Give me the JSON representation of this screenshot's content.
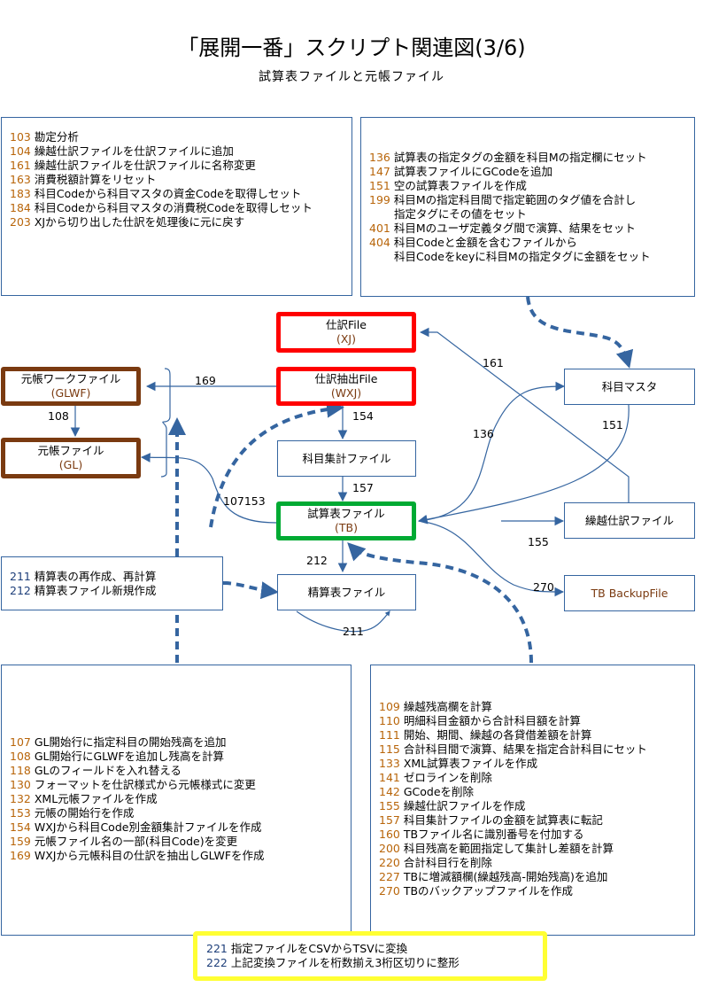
{
  "header": {
    "title": "「展開一番」スクリプト関連図(3/6)",
    "subtitle": "試算表ファイルと元帳ファイル"
  },
  "panels": {
    "top_left": {
      "items": [
        {
          "num": "103",
          "text": "勘定分析"
        },
        {
          "num": "104",
          "text": "繰越仕訳ファイルを仕訳ファイルに追加"
        },
        {
          "num": "161",
          "text": "繰越仕訳ファイルを仕訳ファイルに名称変更"
        },
        {
          "num": "163",
          "text": "消費税額計算をリセット"
        },
        {
          "num": "183",
          "text": "科目Codeから科目マスタの資金Codeを取得しセット"
        },
        {
          "num": "184",
          "text": "科目Codeから科目マスタの消費税Codeを取得しセット"
        },
        {
          "num": "203",
          "text": "XJから切り出した仕訳を処理後に元に戻す"
        }
      ]
    },
    "top_right": {
      "items": [
        {
          "num": "136",
          "text": "試算表の指定タグの金額を科目Mの指定欄にセット"
        },
        {
          "num": "147",
          "text": "試算表ファイルにGCodeを追加"
        },
        {
          "num": "151",
          "text": "空の試算表ファイルを作成"
        },
        {
          "num": "199",
          "text": "科目Mの指定科目間で指定範囲のタグ値を合計し"
        },
        {
          "num": "",
          "text": "指定タグにその値をセット"
        },
        {
          "num": "401",
          "text": "科目Mのユーザ定義タグ間で演算、結果をセット"
        },
        {
          "num": "404",
          "text": "科目Codeと金額を含むファイルから"
        },
        {
          "num": "",
          "text": "科目Codeをkeyに科目Mの指定タグに金額をセット"
        }
      ]
    },
    "middle_left": {
      "items": [
        {
          "num": "211",
          "text": "精算表の再作成、再計算"
        },
        {
          "num": "212",
          "text": "精算表ファイル新規作成"
        }
      ]
    },
    "bottom_left": {
      "items": [
        {
          "num": "107",
          "text": "GL開始行に指定科目の開始残高を追加"
        },
        {
          "num": "108",
          "text": "GL開始行にGLWFを追加し残高を計算"
        },
        {
          "num": "118",
          "text": "GLのフィールドを入れ替える"
        },
        {
          "num": "130",
          "text": "フォーマットを仕訳様式から元帳様式に変更"
        },
        {
          "num": "132",
          "text": "XML元帳ファイルを作成"
        },
        {
          "num": "153",
          "text": "元帳の開始行を作成"
        },
        {
          "num": "154",
          "text": "WXJから科目Code別金額集計ファイルを作成"
        },
        {
          "num": "159",
          "text": "元帳ファイル名の一部(科目Code)を変更"
        },
        {
          "num": "169",
          "text": "WXJから元帳科目の仕訳を抽出しGLWFを作成"
        }
      ]
    },
    "bottom_right": {
      "items": [
        {
          "num": "109",
          "text": "繰越残高欄を計算"
        },
        {
          "num": "110",
          "text": "明細科目金額から合計科目額を計算"
        },
        {
          "num": "111",
          "text": "開始、期間、繰越の各貸借差額を計算"
        },
        {
          "num": "115",
          "text": "合計科目間で演算、結果を指定合計科目にセット"
        },
        {
          "num": "133",
          "text": "XML試算表ファイルを作成"
        },
        {
          "num": "141",
          "text": "ゼロラインを削除"
        },
        {
          "num": "142",
          "text": "GCodeを削除"
        },
        {
          "num": "155",
          "text": "繰越仕訳ファイルを作成"
        },
        {
          "num": "157",
          "text": "科目集計ファイルの金額を試算表に転記"
        },
        {
          "num": "160",
          "text": "TBファイル名に識別番号を付加する"
        },
        {
          "num": "200",
          "text": "科目残高を範囲指定して集計し差額を計算"
        },
        {
          "num": "220",
          "text": "合計科目行を削除"
        },
        {
          "num": "227",
          "text": "TBに増減額欄(繰越残高-開始残高)を追加"
        },
        {
          "num": "270",
          "text": "TBのバックアップファイルを作成"
        }
      ]
    },
    "bottom_center": {
      "items": [
        {
          "num": "221",
          "text": "指定ファイルをCSVからTSVに変換"
        },
        {
          "num": "222",
          "text": "上記変換ファイルを桁数揃え3桁区切りに整形"
        }
      ]
    }
  },
  "nodes": {
    "xj": {
      "name": "仕訳File",
      "code": "(XJ)"
    },
    "wxj": {
      "name": "仕訳抽出File",
      "code": "(WXJ)"
    },
    "glwf": {
      "name": "元帳ワークファイル",
      "code": "(GLWF)"
    },
    "gl": {
      "name": "元帳ファイル",
      "code": "(GL)"
    },
    "kamoku_shukei": {
      "name": "科目集計ファイル"
    },
    "tb": {
      "name": "試算表ファイル",
      "code": "(TB)"
    },
    "seisan": {
      "name": "精算表ファイル"
    },
    "kamoku_master": {
      "name": "科目マスタ"
    },
    "kurikoshi": {
      "name": "繰越仕訳ファイル"
    },
    "tb_backup": {
      "name": "TB BackupFile"
    }
  },
  "edge_labels": {
    "e169": "169",
    "e108": "108",
    "e154": "154",
    "e161": "161",
    "e136": "136",
    "e151": "151",
    "e157": "157",
    "e107153": "107153",
    "e212": "212",
    "e155": "155",
    "e270": "270",
    "e211": "211"
  },
  "colors": {
    "line": "#3565a0",
    "number": "#b8650a",
    "red_border": "#ff0000",
    "brown_border": "#7a3a10",
    "green_border": "#00aa33",
    "yellow_border": "#ffff33"
  }
}
